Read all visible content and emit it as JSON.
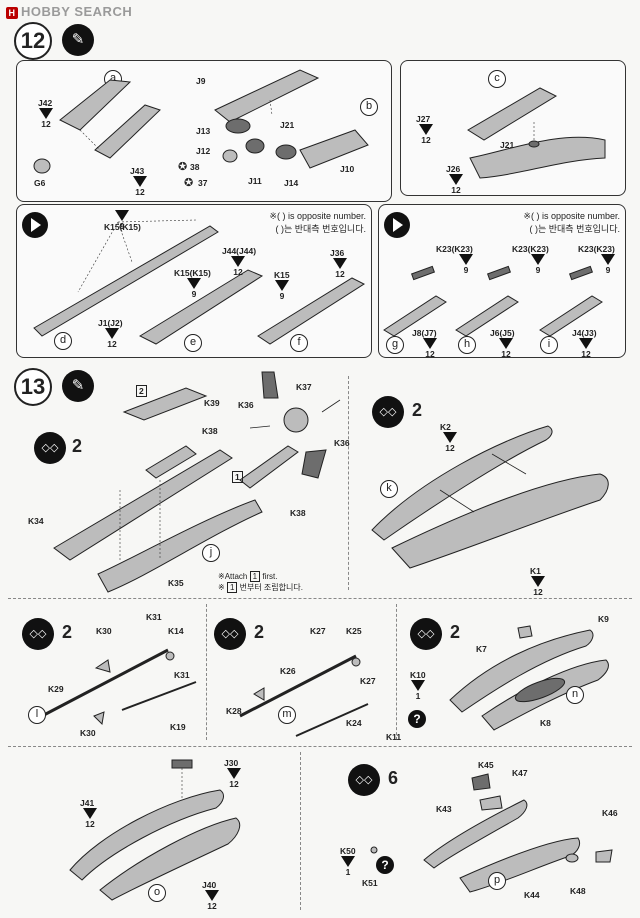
{
  "watermark": "HOBBY SEARCH",
  "steps": {
    "step12": {
      "number": "12",
      "glue_icon": "cement-icon",
      "box1": {
        "sub_a": "a",
        "sub_b": "b",
        "labels": {
          "J42": "J42",
          "G6": "G6",
          "J43": "J43",
          "J9": "J9",
          "J21": "J21",
          "J13": "J13",
          "J12": "J12",
          "n38": "38",
          "n37": "37",
          "J11": "J11",
          "J14": "J14",
          "J10": "J10"
        },
        "tags": {
          "t1": "12",
          "t2": "12"
        }
      },
      "box2": {
        "sub_c": "c",
        "labels": {
          "J27": "J27",
          "J21": "J21",
          "J26": "J26"
        },
        "tags": {
          "t1": "12",
          "t2": "12"
        }
      },
      "box3": {
        "note1": "※( ) is opposite number.",
        "note2": "( )는 반대측 번호입니다.",
        "sub_d": "d",
        "sub_e": "e",
        "sub_f": "f",
        "labels": {
          "K15a": "K15(K15)",
          "J1": "J1(J2)",
          "K15b": "K15(K15)",
          "J44": "J44(J44)",
          "K15c": "K15",
          "J36": "J36"
        },
        "tags": {
          "t1": "9",
          "t2": "12",
          "t3": "9",
          "t4": "12",
          "t5": "9",
          "t6": "12"
        }
      },
      "box4": {
        "note1": "※( ) is opposite number.",
        "note2": "( )는 반대측 번호입니다.",
        "sub_g": "g",
        "sub_h": "h",
        "sub_i": "i",
        "labels": {
          "K23a": "K23(K23)",
          "J8": "J8(J7)",
          "K23b": "K23(K23)",
          "J6": "J6(J5)",
          "K23c": "K23(K23)",
          "J4": "J4(J3)"
        },
        "tags": {
          "t1": "9",
          "t2": "12",
          "t3": "9",
          "t4": "12",
          "t5": "9",
          "t6": "12"
        }
      }
    },
    "step13": {
      "number": "13",
      "glue_icon": "cement-icon",
      "count_j": "2",
      "count_k": "2",
      "box_num": "2",
      "labels": {
        "K39": "K39",
        "K36a": "K36",
        "K37": "K37",
        "K38a": "K38",
        "K36b": "K36",
        "box1": "1",
        "K38b": "K38",
        "K34": "K34",
        "K35": "K35",
        "K2": "K2",
        "K1": "K1"
      },
      "attach_en": "※Attach",
      "attach_box": "1",
      "attach_en2": "first.",
      "attach_kr_prefix": "※",
      "attach_kr": "번부터 조립합니다.",
      "sub_j": "j",
      "sub_k": "k",
      "tags": {
        "K2": "12",
        "K1": "12"
      }
    },
    "row3": {
      "count_l": "2",
      "count_m": "2",
      "count_n": "2",
      "labels": {
        "K31a": "K31",
        "K30a": "K30",
        "K14": "K14",
        "K29": "K29",
        "K31b": "K31",
        "K30b": "K30",
        "K19": "K19",
        "K27a": "K27",
        "K25": "K25",
        "K26": "K26",
        "K27b": "K27",
        "K28": "K28",
        "K24": "K24",
        "K9": "K9",
        "K7": "K7",
        "K10": "K10",
        "K11": "K11",
        "K8": "K8"
      },
      "sub_l": "l",
      "sub_m": "m",
      "sub_n": "n",
      "tags": {
        "K10": "1"
      }
    },
    "row4": {
      "count_p": "6",
      "labels": {
        "J30": "J30",
        "J41": "J41",
        "J40": "J40",
        "K45": "K45",
        "K47": "K47",
        "K43": "K43",
        "K46": "K46",
        "K50": "K50",
        "K51": "K51",
        "K44": "K44",
        "K48": "K48"
      },
      "sub_o": "o",
      "sub_p": "p",
      "tags": {
        "J30": "12",
        "J41": "12",
        "J40": "12",
        "K50": "1"
      }
    }
  },
  "colors": {
    "part_fill": "#bcbcbc",
    "line": "#222222"
  }
}
